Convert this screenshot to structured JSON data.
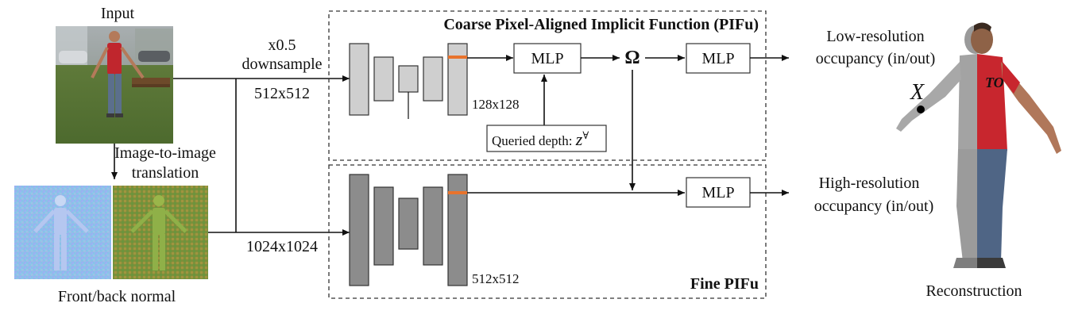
{
  "input_label": "Input",
  "normal_label": "Front/back normal",
  "translation_label_1": "Image-to-image",
  "translation_label_2": "translation",
  "downsample_label_1": "x0.5",
  "downsample_label_2": "downsample",
  "coarse_res_label": "512x512",
  "fine_res_label": "1024x1024",
  "coarse_title": "Coarse Pixel-Aligned Implicit Function (PIFu)",
  "fine_title": "Fine PIFu",
  "coarse_feature_res": "128x128",
  "fine_feature_res": "512x512",
  "mlp_label": "MLP",
  "omega_symbol": "Ω",
  "queried_depth_label": "Queried depth: ",
  "queried_depth_symbol": "z",
  "queried_depth_sup": "∀",
  "low_res_out_1": "Low-resolution",
  "low_res_out_2": "occupancy (in/out)",
  "high_res_out_1": "High-resolution",
  "high_res_out_2": "occupancy (in/out)",
  "point_label": "X",
  "reconstruction_label": "Reconstruction",
  "colors": {
    "coarse_block": "#cfcfcf",
    "fine_block": "#8c8c8c",
    "feature_highlight": "#e8732c",
    "line": "#111111"
  }
}
